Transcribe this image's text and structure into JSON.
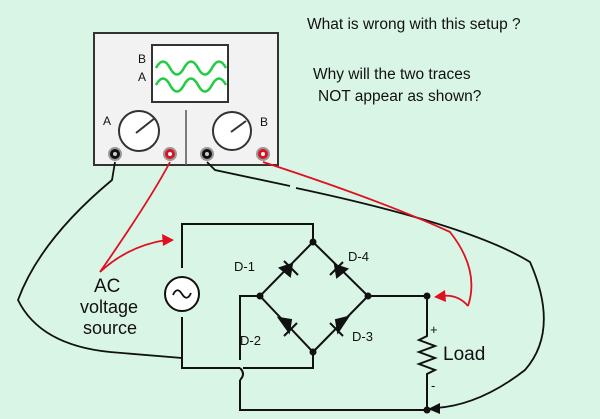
{
  "questions": {
    "line1": "What is wrong with this setup ?",
    "line2": "Why will the two traces",
    "line3": "NOT appear as shown?"
  },
  "oscilloscope": {
    "trace_labels": {
      "b": "B",
      "a": "A"
    },
    "channel_labels": {
      "a": "A",
      "b": "B"
    }
  },
  "circuit": {
    "source": {
      "line1": "AC",
      "line2": "voltage",
      "line3": "source"
    },
    "diodes": {
      "d1": "D-1",
      "d2": "D-2",
      "d3": "D-3",
      "d4": "D-4"
    },
    "load": {
      "label": "Load",
      "plus": "+",
      "minus": "-"
    }
  },
  "colors": {
    "background": "#d9f5e6",
    "scope_body": "#f2f2f2",
    "trace": "#22cc44",
    "probe_red": "#e01020",
    "wire": "#111111"
  }
}
